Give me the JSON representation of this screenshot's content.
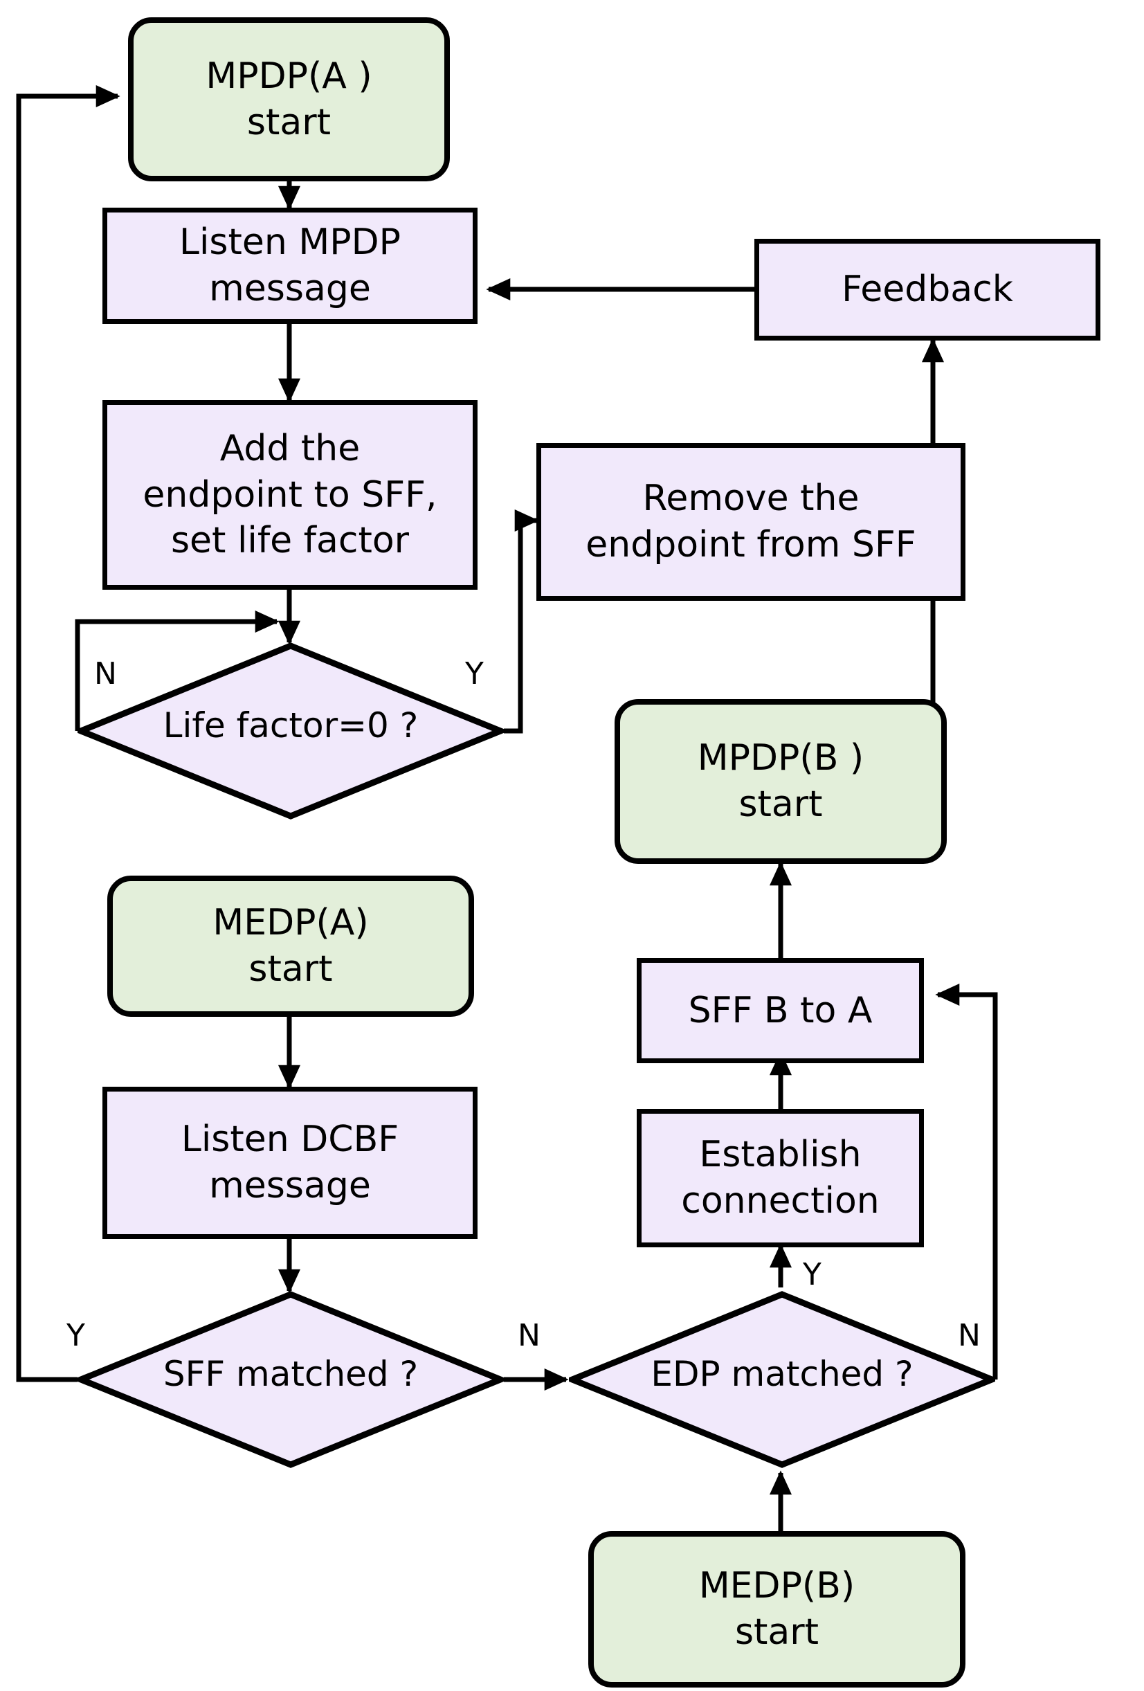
{
  "diagram": {
    "title": "MPDP and MEDP protocol flowchart",
    "colors": {
      "terminator_fill": "#e3efda",
      "process_fill": "#f1e9fb",
      "stroke": "#000000",
      "background": "#ffffff"
    },
    "nodes": [
      {
        "id": "mpdp_a_start",
        "type": "terminator",
        "text": "MPDP(A )\nstart"
      },
      {
        "id": "listen_mpdp",
        "type": "process",
        "text": "Listen MPDP\nmessage"
      },
      {
        "id": "feedback",
        "type": "process",
        "text": "Feedback"
      },
      {
        "id": "add_endpoint",
        "type": "process",
        "text": "Add the\nendpoint to SFF,\nset life factor"
      },
      {
        "id": "remove_endpoint",
        "type": "process",
        "text": "Remove the\nendpoint from SFF"
      },
      {
        "id": "life_factor",
        "type": "decision",
        "text": "Life factor=0 ?"
      },
      {
        "id": "mpdp_b_start",
        "type": "terminator",
        "text": "MPDP(B )\nstart"
      },
      {
        "id": "medp_a_start",
        "type": "terminator",
        "text": "MEDP(A)\nstart"
      },
      {
        "id": "sff_b_to_a",
        "type": "process",
        "text": "SFF B to A"
      },
      {
        "id": "listen_dcbf",
        "type": "process",
        "text": "Listen DCBF\nmessage"
      },
      {
        "id": "establish_conn",
        "type": "process",
        "text": "Establish\nconnection"
      },
      {
        "id": "sff_matched",
        "type": "decision",
        "text": "SFF matched ?"
      },
      {
        "id": "edp_matched",
        "type": "decision",
        "text": "EDP matched ?"
      },
      {
        "id": "medp_b_start",
        "type": "terminator",
        "text": "MEDP(B)\nstart"
      }
    ],
    "edge_labels": [
      {
        "id": "life_factor_no",
        "text": "N"
      },
      {
        "id": "life_factor_yes",
        "text": "Y"
      },
      {
        "id": "sff_matched_yes",
        "text": "Y"
      },
      {
        "id": "sff_matched_no",
        "text": "N"
      },
      {
        "id": "edp_matched_yes",
        "text": "Y"
      },
      {
        "id": "edp_matched_no",
        "text": "N"
      }
    ],
    "edges": [
      {
        "from": "mpdp_a_start",
        "to": "listen_mpdp",
        "label": ""
      },
      {
        "from": "listen_mpdp",
        "to": "add_endpoint",
        "label": ""
      },
      {
        "from": "feedback",
        "to": "listen_mpdp",
        "label": ""
      },
      {
        "from": "add_endpoint",
        "to": "life_factor",
        "label": ""
      },
      {
        "from": "life_factor",
        "to": "life_factor",
        "label": "N"
      },
      {
        "from": "life_factor",
        "to": "remove_endpoint",
        "label": "Y"
      },
      {
        "from": "mpdp_b_start",
        "to": "feedback",
        "label": ""
      },
      {
        "from": "medp_a_start",
        "to": "listen_dcbf",
        "label": ""
      },
      {
        "from": "listen_dcbf",
        "to": "sff_matched",
        "label": ""
      },
      {
        "from": "sff_matched",
        "to": "mpdp_a_start",
        "label": "Y"
      },
      {
        "from": "sff_matched",
        "to": "edp_matched",
        "label": "N"
      },
      {
        "from": "medp_b_start",
        "to": "edp_matched",
        "label": ""
      },
      {
        "from": "edp_matched",
        "to": "establish_conn",
        "label": "Y"
      },
      {
        "from": "edp_matched",
        "to": "sff_b_to_a",
        "label": "N"
      },
      {
        "from": "establish_conn",
        "to": "sff_b_to_a",
        "label": ""
      },
      {
        "from": "sff_b_to_a",
        "to": "mpdp_b_start",
        "label": ""
      }
    ]
  }
}
